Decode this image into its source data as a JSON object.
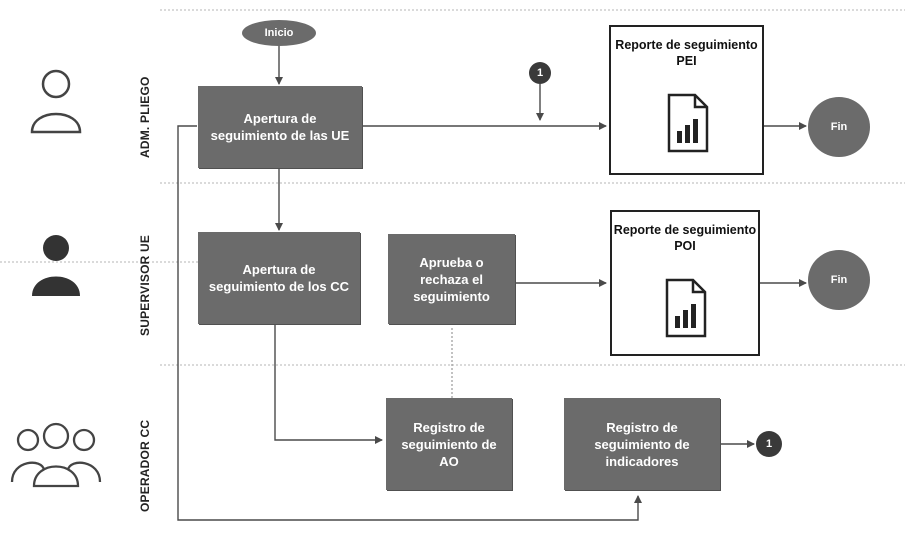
{
  "lanes": [
    {
      "label": "ADM. PLIEGO"
    },
    {
      "label": "SUPERVISOR UE"
    },
    {
      "label": "OPERADOR CC"
    }
  ],
  "start": {
    "label": "Inicio"
  },
  "end_nodes": [
    {
      "label": "Fin"
    },
    {
      "label": "Fin"
    }
  ],
  "connector": {
    "label": "1"
  },
  "processes": [
    {
      "label": "Apertura de seguimiento de las UE"
    },
    {
      "label": "Apertura de seguimiento de los CC"
    },
    {
      "label": "Aprueba o rechaza el seguimiento"
    },
    {
      "label": "Registro de seguimiento de AO"
    },
    {
      "label": "Registro de seguimiento de indicadores"
    }
  ],
  "reports": [
    {
      "label": "Reporte de seguimiento PEI"
    },
    {
      "label": "Reporte de seguimiento POI"
    }
  ],
  "colors": {
    "process_fill": "#6b6b6b",
    "connector_fill": "#3a3a3a",
    "line": "#4a4a4a"
  }
}
